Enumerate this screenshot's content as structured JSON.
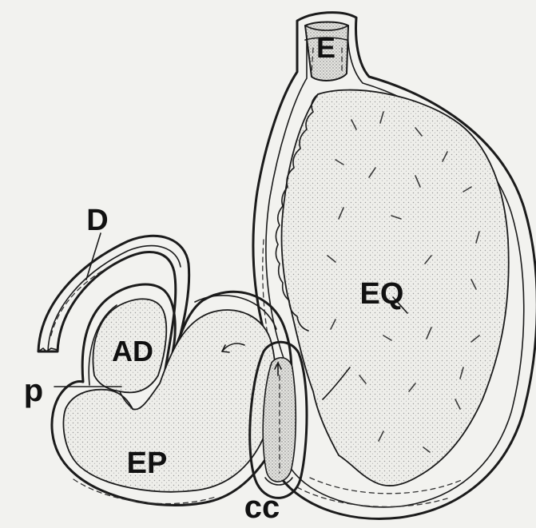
{
  "labels": {
    "esophagus": "E",
    "diverticulum": "D",
    "equator": "EQ",
    "anterior_diverticulum": "AD",
    "pylorus": "p",
    "epithelium_pouch": "EP",
    "cc": "cc"
  }
}
